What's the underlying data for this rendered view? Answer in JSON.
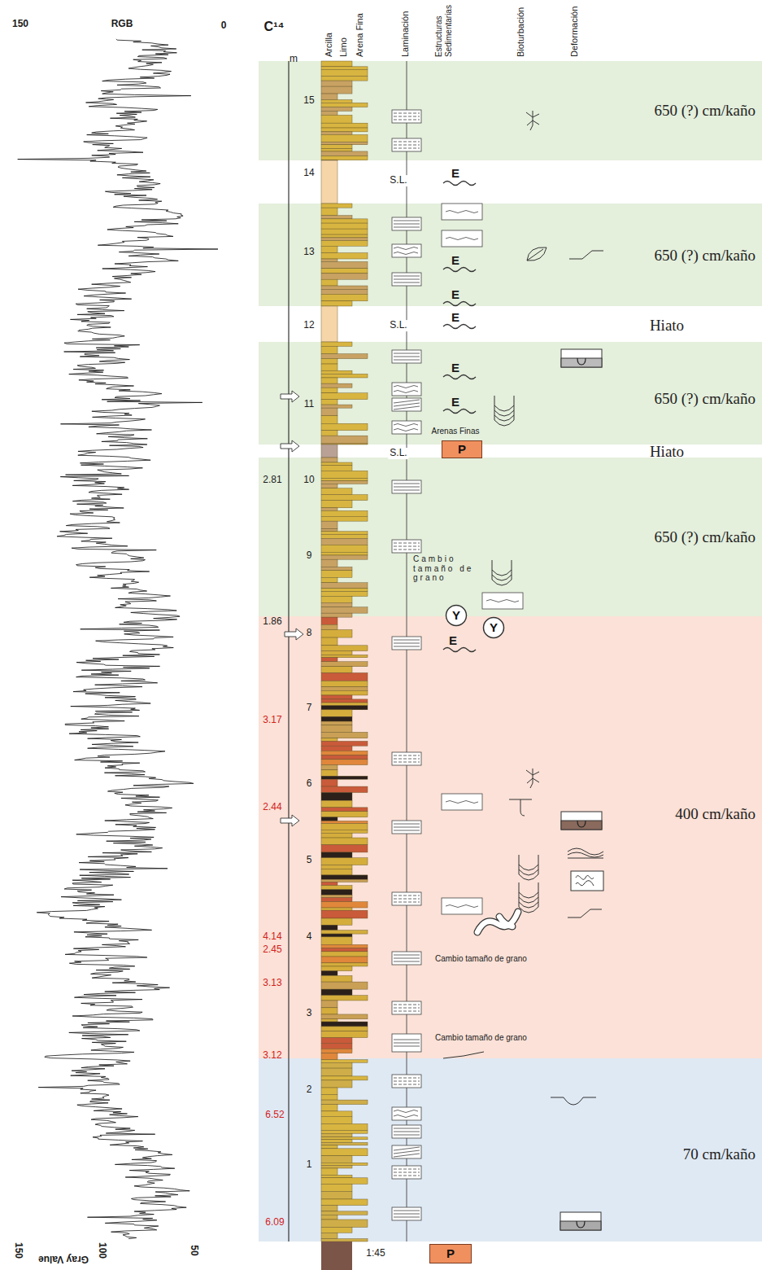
{
  "diagram": {
    "nodes": [
      {
        "text": [
          "650 (?) cm/kaño"
        ]
      },
      {
        "text": [
          "650 (?) cm/kaño"
        ]
      },
      {
        "text": [
          "650 (?) cm/kaño"
        ]
      },
      {
        "text": [
          "P"
        ]
      },
      {
        "text": [
          "650 (?) cm/kaño"
        ]
      },
      {
        "text": [
          "Y"
        ]
      },
      {
        "text": [
          "Y"
        ]
      },
      {
        "text": [
          "400 cm/kaño"
        ]
      },
      {
        "text": [
          "70 cm/kaño"
        ]
      },
      {
        "text": [
          "P"
        ]
      }
    ],
    "labels": [
      "150",
      "RGB",
      "0",
      "C¹⁴",
      "Arcilla",
      "Limo",
      "Arena Fina",
      "Laminación",
      "Estructuras Sedimentarias",
      "Bioturbación",
      "Deformación",
      "m",
      "15",
      "14",
      "13",
      "12",
      "11",
      "10",
      "9",
      "8",
      "7",
      "6",
      "5",
      "4",
      "3",
      "2",
      "1",
      "S.L.",
      "E",
      "E",
      "E",
      "S.L.",
      "E",
      "Hiato",
      "E",
      "E",
      "Arenas Finas",
      "S.L.",
      "Hiato",
      "2.81",
      "Cambio tamaño de grano",
      "1.86",
      "E",
      "3.17",
      "2.44",
      "4.14",
      "2.45",
      "Cambio tamaño de grano",
      "3.13",
      "Cambio tamaño de grano",
      "3.12",
      "6.52",
      "6.09",
      "1:45",
      "150",
      "100",
      "50",
      "Gray Value"
    ]
  }
}
